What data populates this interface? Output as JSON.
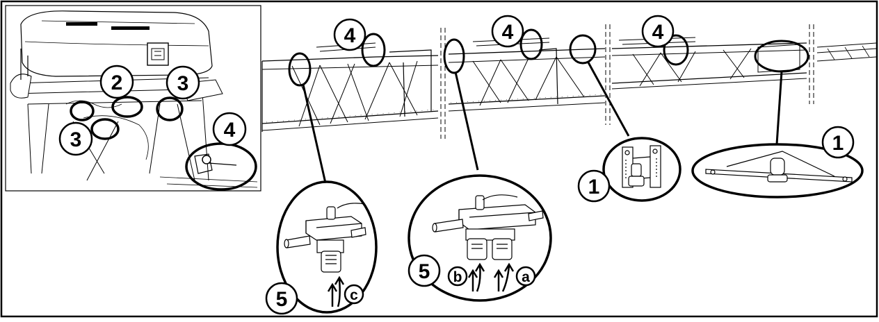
{
  "callouts": {
    "tank_2": "2",
    "tank_3_right": "3",
    "tank_3_left": "3",
    "tank_4": "4",
    "boom_4_left": "4",
    "boom_4_mid": "4",
    "boom_4_right": "4",
    "detail_1_bracket": "1",
    "detail_1_beam": "1",
    "detail_5_left": "5",
    "detail_5_mid": "5",
    "port_a": "a",
    "port_b": "b",
    "port_c": "c"
  },
  "colors": {
    "line": "#000000",
    "light": "#555555",
    "bg": "#ffffff"
  }
}
